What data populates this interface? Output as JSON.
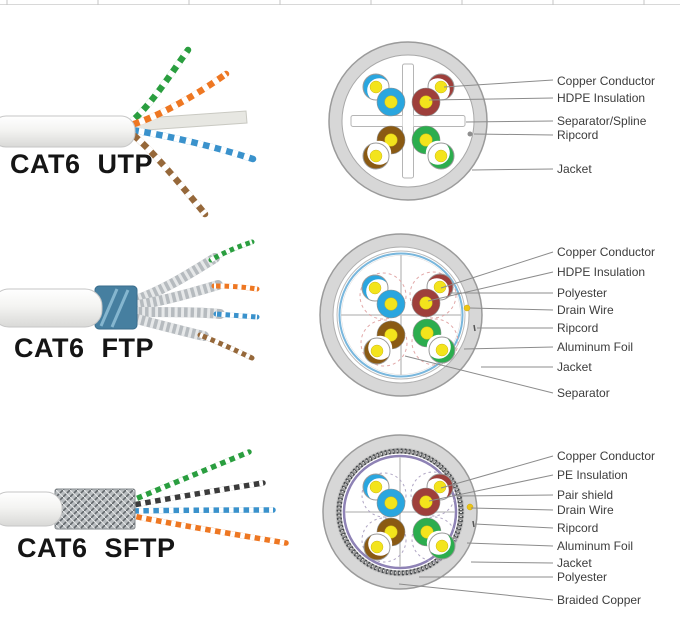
{
  "sections": {
    "utp": {
      "name": "CAT6 UTP",
      "labels": [
        "Copper Conductor",
        "HDPE Insulation",
        "Separator/Spline",
        "Ripcord",
        "Jacket"
      ]
    },
    "ftp": {
      "name": "CAT6 FTP",
      "labels": [
        "Copper Conductor",
        "HDPE Insulation",
        "Polyester",
        "Drain Wire",
        "Ripcord",
        "Aluminum Foil",
        "Jacket",
        "Separator"
      ]
    },
    "sftp": {
      "name": "CAT6 SFTP",
      "labels": [
        "Copper Conductor",
        "PE Insulation",
        "Pair shield",
        "Drain Wire",
        "Ripcord",
        "Aluminum Foil",
        "Jacket",
        "Polyester",
        "Braided Copper"
      ]
    }
  },
  "colors": {
    "wire_blue": "#2aa6df",
    "wire_maroon": "#9e3f3b",
    "wire_brown": "#8a5a13",
    "wire_green": "#2cad4e",
    "wire_yellow": "#f3e41c",
    "jacket_gray": "#d7d7d7",
    "jacket_edge": "#9b9b9b",
    "foil_blue_ring": "#79b7dd",
    "purple_ring": "#8e82b5",
    "pair_dash_pink": "#e2a9a9",
    "pair_dash_gray": "#b0a6c4",
    "leader_line": "#8c8c8c",
    "label_text": "#3c3c3c",
    "title_black": "#151515",
    "photo_green": "#2a9e3f",
    "photo_orange": "#ee7722",
    "photo_blue": "#3a92cc",
    "photo_brown": "#96683a",
    "photo_black": "#3b3b3b",
    "foil_collar_blue": "#467fa0",
    "drain_yellow": "#ecc515"
  }
}
